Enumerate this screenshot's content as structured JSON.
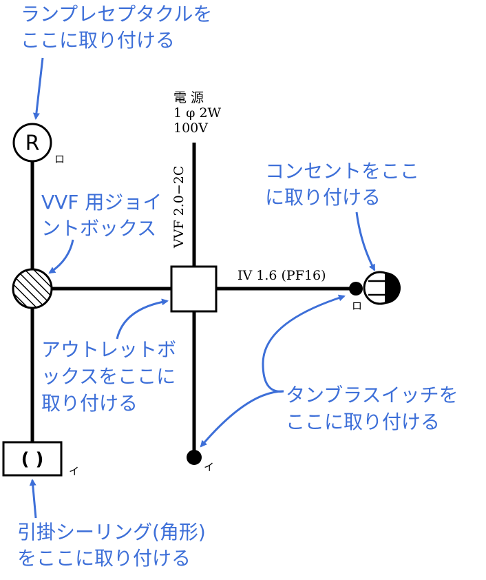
{
  "colors": {
    "annotation": "#3d6fd8",
    "wire": "#000000",
    "background": "#ffffff"
  },
  "annotations": {
    "lamp_receptacle": [
      "ランプレセプタクルを",
      "ここに取り付ける"
    ],
    "joint_box": [
      "VVF 用ジョイ",
      "ントボックス"
    ],
    "outlet_box": [
      "アウトレットボ",
      "ックスをここに",
      "取り付ける"
    ],
    "consent": [
      "コンセントをここ",
      "に取り付ける"
    ],
    "tumbler_switch": [
      "タンブラスイッチを",
      "ここに取り付ける"
    ],
    "ceiling": [
      "引掛シーリング(角形)",
      "をここに取り付ける"
    ]
  },
  "labels": {
    "power": [
      "電 源",
      "1 φ 2W",
      "100V"
    ],
    "vvf_cable": "VVF 2.0−2C",
    "iv_cable": "IV 1.6 (PF16)",
    "receptacle_symbol": "R",
    "ceiling_symbol": "( )",
    "mark_ro_receptacle": "ロ",
    "mark_ro_switch": "ロ",
    "mark_i_ceiling": "イ",
    "mark_i_switch": "イ"
  }
}
